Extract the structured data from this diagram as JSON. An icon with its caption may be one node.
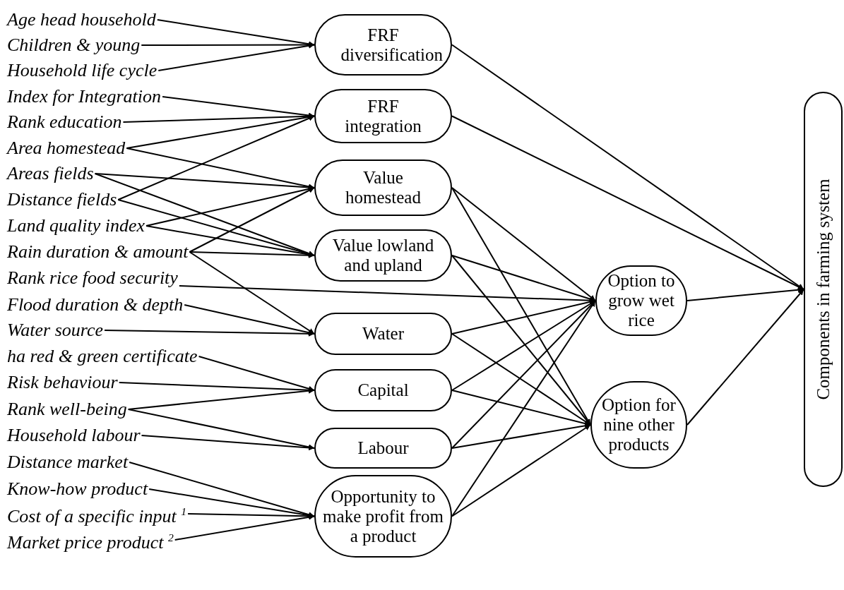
{
  "diagram": {
    "nodes": [
      {
        "text": [
          "Age head household"
        ]
      },
      {
        "text": [
          "Children & young"
        ]
      },
      {
        "text": [
          "Household life cycle"
        ]
      },
      {
        "text": [
          "Index for Integration"
        ]
      },
      {
        "text": [
          "Rank education"
        ]
      },
      {
        "text": [
          "Area homestead"
        ]
      },
      {
        "text": [
          "Areas fields"
        ]
      },
      {
        "text": [
          "Distance fields"
        ]
      },
      {
        "text": [
          "Land quality index"
        ]
      },
      {
        "text": [
          "Rain duration & amount"
        ]
      },
      {
        "text": [
          "Rank rice food security"
        ]
      },
      {
        "text": [
          "Flood duration &  depth"
        ]
      },
      {
        "text": [
          "Water source"
        ]
      },
      {
        "text": [
          "ha red & green certificate"
        ]
      },
      {
        "text": [
          "Risk behaviour"
        ]
      },
      {
        "text": [
          "Rank well-being"
        ]
      },
      {
        "text": [
          "Household labour"
        ]
      },
      {
        "text": [
          "Distance market"
        ]
      },
      {
        "text": [
          "Know-how product"
        ]
      },
      {
        "text": [
          "Cost of a specific input $^{1}$"
        ]
      },
      {
        "text": [
          "Market price product $^{2}$"
        ]
      },
      {
        "text": [
          "FRF diversification"
        ]
      },
      {
        "text": [
          "FRF integration"
        ]
      },
      {
        "text": [
          "Value homestead"
        ]
      },
      {
        "text": [
          "Value lowland and upland"
        ]
      },
      {
        "text": [
          "Water"
        ]
      },
      {
        "text": [
          "Capital"
        ]
      },
      {
        "text": [
          "Labour"
        ]
      },
      {
        "text": [
          "Opportunity to make profit from a product"
        ]
      },
      {
        "text": [
          "Option to grow wet rice"
        ]
      },
      {
        "text": [
          "Option for nine other products"
        ]
      },
      {
        "text": [
          "Components in farming system"
        ]
      }
    ],
    "edges": [
      {
        "from": 0,
        "to": 21,
        "arrow": "to"
      },
      {
        "from": 1,
        "to": 21,
        "arrow": "to"
      },
      {
        "from": 2,
        "to": 21,
        "arrow": "to"
      },
      {
        "from": 3,
        "to": 22,
        "arrow": "to"
      },
      {
        "from": 4,
        "to": 22,
        "arrow": "to"
      },
      {
        "from": 5,
        "to": 22,
        "arrow": "to"
      },
      {
        "from": 7,
        "to": 22,
        "arrow": "to"
      },
      {
        "from": 5,
        "to": 23,
        "arrow": "to"
      },
      {
        "from": 6,
        "to": 23,
        "arrow": "to"
      },
      {
        "from": 8,
        "to": 23,
        "arrow": "to"
      },
      {
        "from": 9,
        "to": 23,
        "arrow": "to"
      },
      {
        "from": 6,
        "to": 24,
        "arrow": "to"
      },
      {
        "from": 7,
        "to": 24,
        "arrow": "to"
      },
      {
        "from": 8,
        "to": 24,
        "arrow": "to"
      },
      {
        "from": 9,
        "to": 24,
        "arrow": "to"
      },
      {
        "from": 9,
        "to": 25,
        "arrow": "to"
      },
      {
        "from": 11,
        "to": 25,
        "arrow": "to"
      },
      {
        "from": 12,
        "to": 25,
        "arrow": "to"
      },
      {
        "from": 10,
        "to": 29,
        "arrow": "to"
      },
      {
        "from": 13,
        "to": 26,
        "arrow": "to"
      },
      {
        "from": 14,
        "to": 26,
        "arrow": "to"
      },
      {
        "from": 15,
        "to": 26,
        "arrow": "to"
      },
      {
        "from": 15,
        "to": 27,
        "arrow": "to"
      },
      {
        "from": 16,
        "to": 27,
        "arrow": "to"
      },
      {
        "from": 17,
        "to": 28,
        "arrow": "to"
      },
      {
        "from": 18,
        "to": 28,
        "arrow": "to"
      },
      {
        "from": 19,
        "to": 28,
        "arrow": "to"
      },
      {
        "from": 20,
        "to": 28,
        "arrow": "to"
      },
      {
        "from": 23,
        "to": 29,
        "arrow": "to"
      },
      {
        "from": 23,
        "to": 30,
        "arrow": "to"
      },
      {
        "from": 24,
        "to": 29,
        "arrow": "to"
      },
      {
        "from": 24,
        "to": 30,
        "arrow": "to"
      },
      {
        "from": 25,
        "to": 29,
        "arrow": "to"
      },
      {
        "from": 25,
        "to": 30,
        "arrow": "to"
      },
      {
        "from": 26,
        "to": 29,
        "arrow": "to"
      },
      {
        "from": 26,
        "to": 30,
        "arrow": "to"
      },
      {
        "from": 27,
        "to": 29,
        "arrow": "to"
      },
      {
        "from": 27,
        "to": 30,
        "arrow": "to"
      },
      {
        "from": 28,
        "to": 29,
        "arrow": "to"
      },
      {
        "from": 28,
        "to": 30,
        "arrow": "to"
      },
      {
        "from": 21,
        "to": 31,
        "arrow": "to"
      },
      {
        "from": 22,
        "to": 31,
        "arrow": "to"
      },
      {
        "from": 29,
        "to": 31,
        "arrow": "to"
      },
      {
        "from": 30,
        "to": 31,
        "arrow": "to"
      }
    ]
  }
}
